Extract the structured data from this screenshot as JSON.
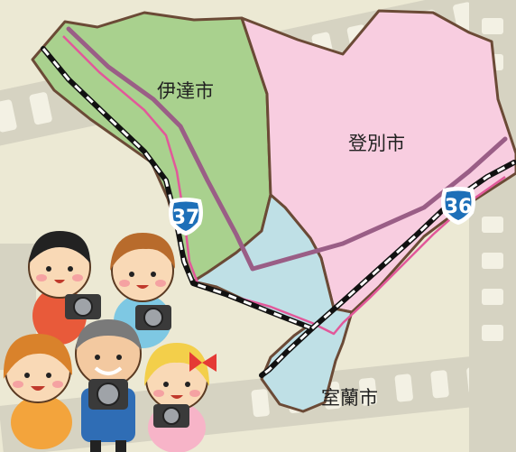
{
  "map": {
    "regions": [
      {
        "name": "伊達市",
        "color": "#a9d18e"
      },
      {
        "name": "登別市",
        "color": "#f8cde0"
      },
      {
        "name": "室蘭市",
        "color": "#bfe0e6"
      }
    ],
    "routes": [
      {
        "number": "37",
        "shield_color": "#1d6fb8"
      },
      {
        "number": "36",
        "shield_color": "#1d6fb8"
      }
    ],
    "colors": {
      "background": "#ece9d4",
      "film_strip": "#d6d3c2",
      "border": "#6b4a36",
      "railway": "#111111",
      "road_pink": "#e2589a",
      "boundary_purple": "#9a5e86"
    },
    "icons": [
      "film-strip-icon",
      "children-with-cameras-illustration"
    ]
  }
}
